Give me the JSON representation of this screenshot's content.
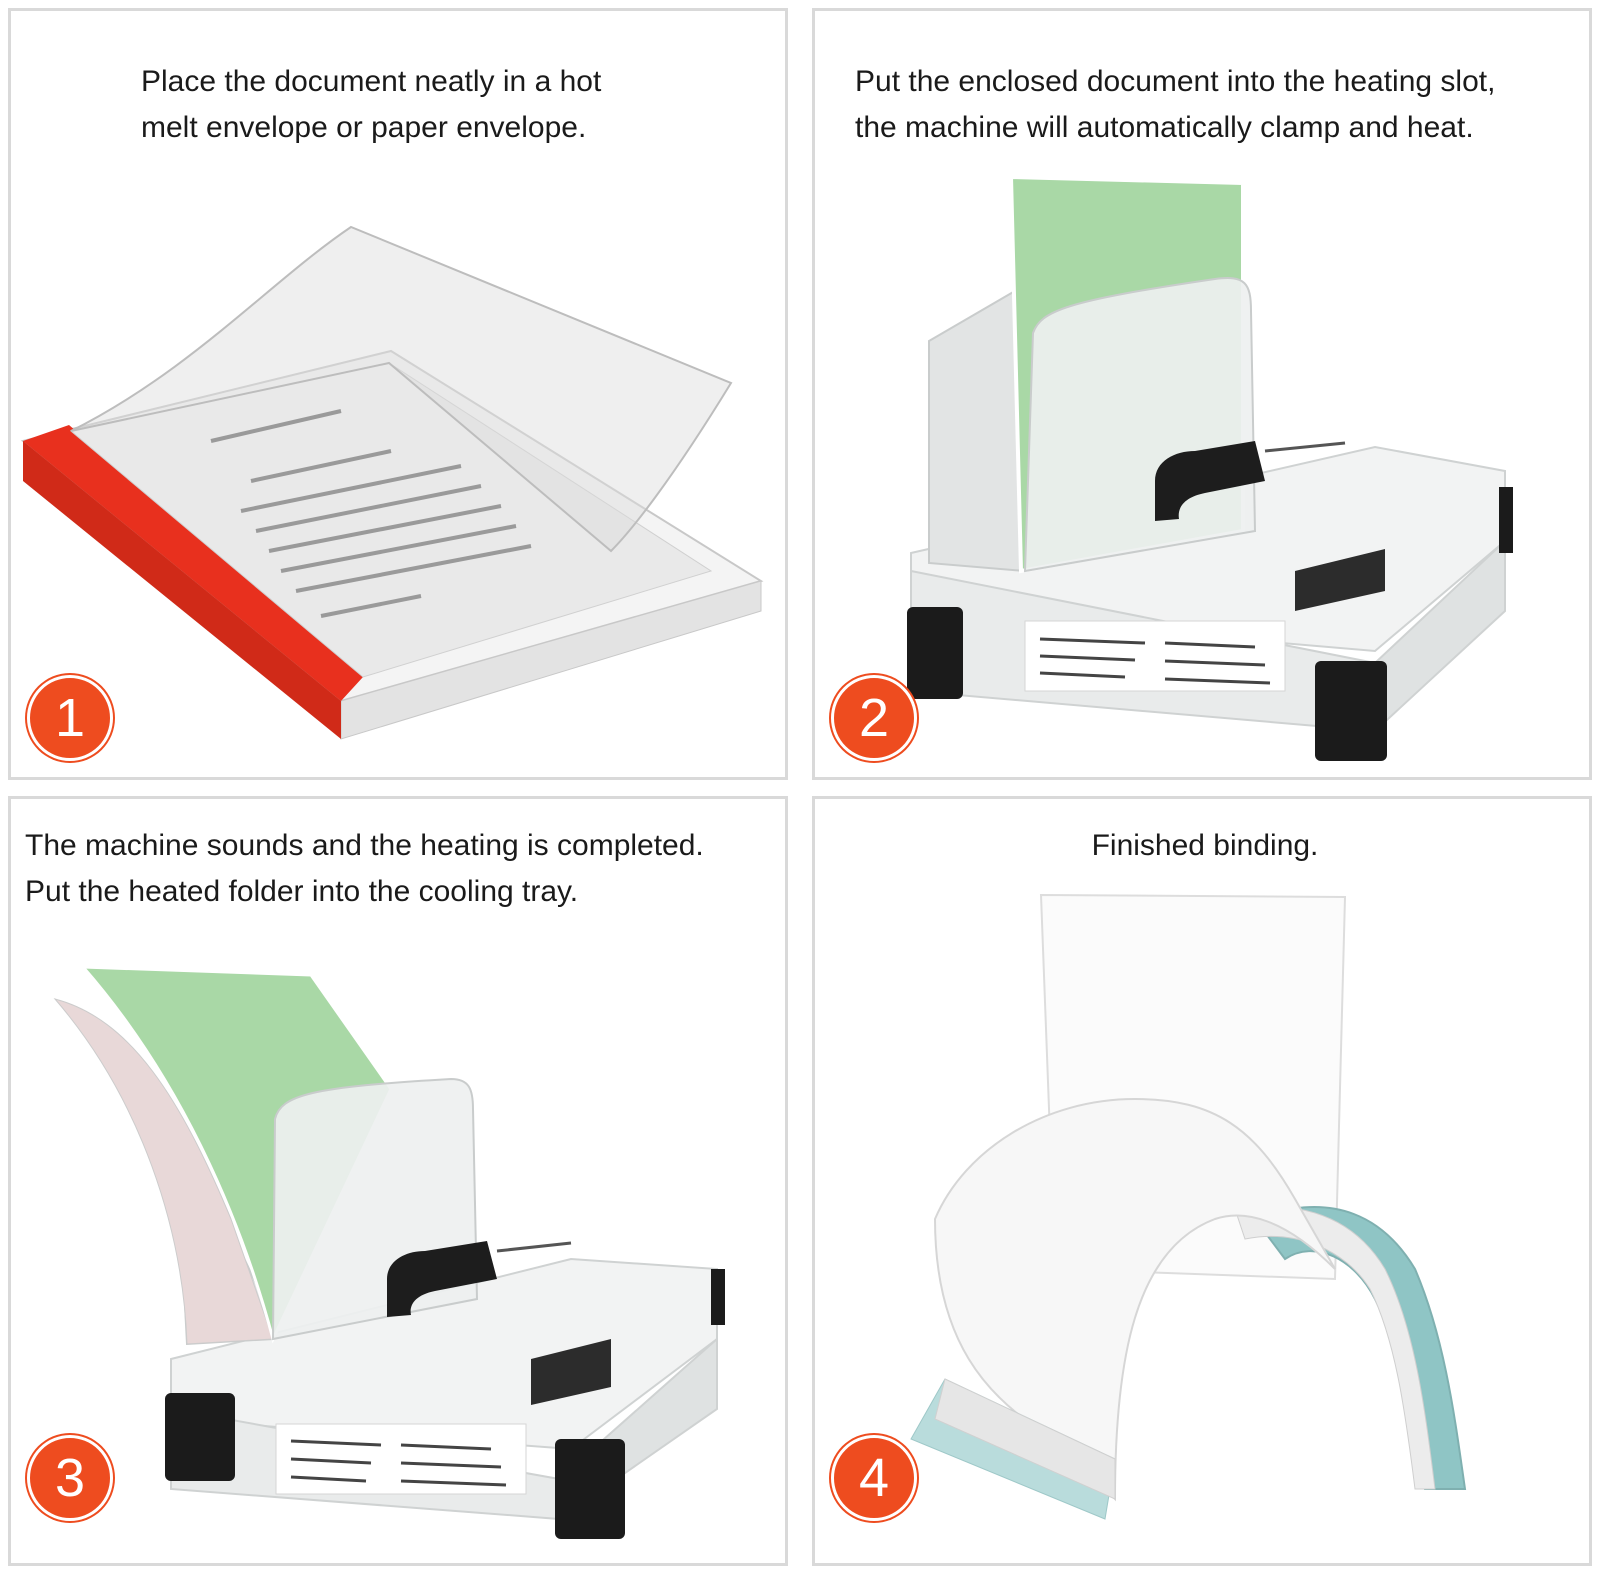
{
  "steps": [
    {
      "number": "1",
      "caption": "Place the document neatly in a hot\nmelt envelope or paper envelope."
    },
    {
      "number": "2",
      "caption": "Put the enclosed document into the heating slot,\nthe machine will automatically clamp and heat."
    },
    {
      "number": "3",
      "caption": "The machine sounds and the heating is completed.\nPut the heated folder into the cooling tray."
    },
    {
      "number": "4",
      "caption": "Finished binding."
    }
  ],
  "colors": {
    "badge": "#ee4c1f",
    "spine": "#e8301e",
    "machine": "#eef0f0",
    "green_cover": "#a9d8a6",
    "blue_cover": "#8fc5c5",
    "panel_border": "#d9d9d9"
  },
  "icons": [
    "document-envelope-illustration",
    "binding-machine-illustration",
    "bound-document-illustration"
  ]
}
